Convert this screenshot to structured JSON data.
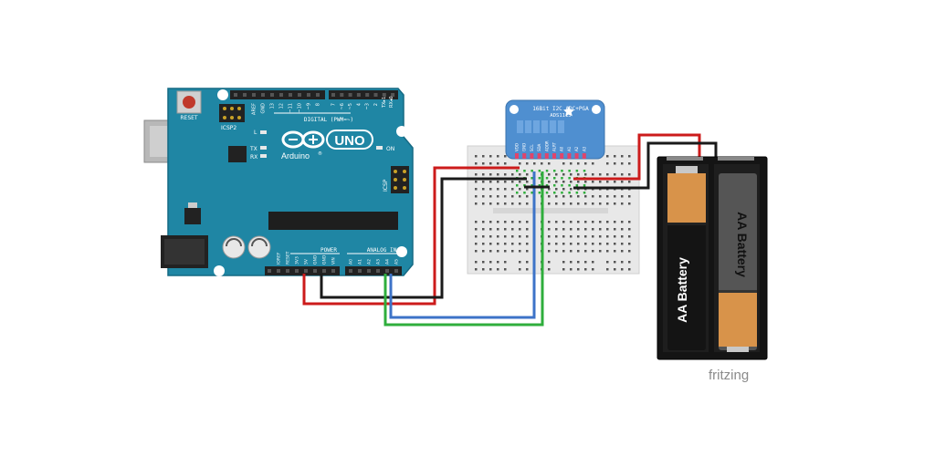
{
  "arduino": {
    "reset_label": "RESET",
    "icsp2_label": "ICSP2",
    "icsp_label": "ICSP",
    "brand_name": "Arduino",
    "reg_mark": "®",
    "model": "UNO",
    "led_l": "L",
    "led_tx": "TX",
    "led_rx": "RX",
    "on_label": "ON",
    "digital_label": "DIGITAL (PWM=~)",
    "tx_pin_label": "TX▸1",
    "rx_pin_label": "RX◂0",
    "power_label": "POWER",
    "analog_label": "ANALOG IN",
    "top_header_pins": [
      "AREF",
      "GND",
      "13",
      "12",
      "~11",
      "~10",
      "~9",
      "8",
      "7",
      "~6",
      "~5",
      "4",
      "~3",
      "2"
    ],
    "power_pins": [
      "IOREF",
      "RESET",
      "3V3",
      "5V",
      "GND",
      "GND",
      "VIN"
    ],
    "analog_pins": [
      "A0",
      "A1",
      "A2",
      "A3",
      "A4",
      "A5"
    ]
  },
  "adc_board": {
    "title": "16Bit I2C ADC+PGA",
    "subtitle": "ADS1115",
    "pins": [
      "VDD",
      "GND",
      "SCL",
      "SDA",
      "ADDR",
      "ALRT",
      "A0",
      "A1",
      "A2",
      "A3"
    ]
  },
  "battery_pack": {
    "cell_left_label": "AA Battery",
    "cell_right_label": "AA Battery"
  },
  "watermark": "fritzing",
  "colors": {
    "arduino_board": "#1f86a4",
    "adc_board": "#4f8fd0",
    "wire_red": "#cc1b1b",
    "wire_black": "#1a1a1a",
    "wire_blue": "#3d73c8",
    "wire_green": "#2fae3c",
    "battery_copper": "#d8934a",
    "breadboard": "#e8e8e8"
  }
}
